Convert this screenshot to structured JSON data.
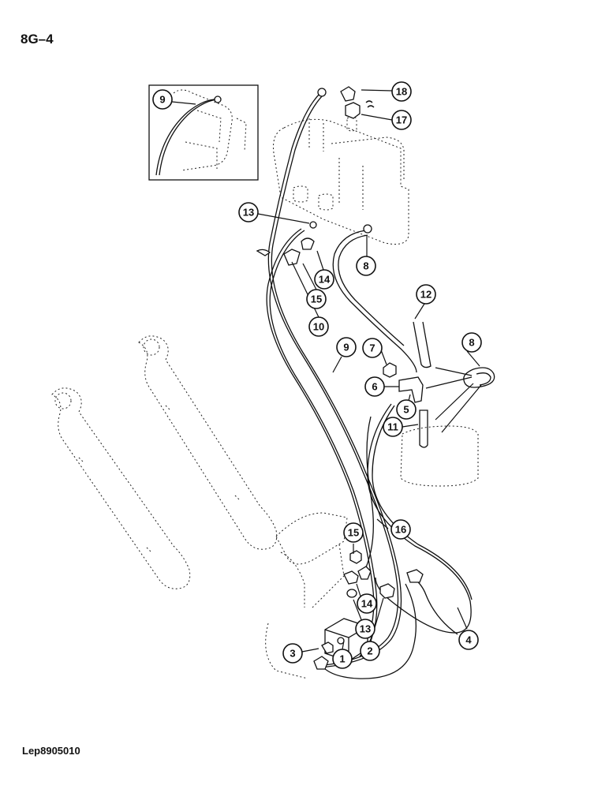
{
  "page": {
    "section_code": "8G–4",
    "figure_ref": "Lep8905010"
  },
  "callouts": {
    "c9_inset": "9",
    "c18": "18",
    "c17": "17",
    "c13_top": "13",
    "c8_top": "8",
    "c14_top": "14",
    "c15_top": "15",
    "c10": "10",
    "c12": "12",
    "c8_clamp": "8",
    "c9_mid": "9",
    "c7": "7",
    "c6": "6",
    "c5": "5",
    "c11": "11",
    "c16": "16",
    "c15_bottom": "15",
    "c14_bottom": "14",
    "c13_bottom": "13",
    "c2": "2",
    "c1": "1",
    "c3": "3",
    "c4": "4"
  }
}
